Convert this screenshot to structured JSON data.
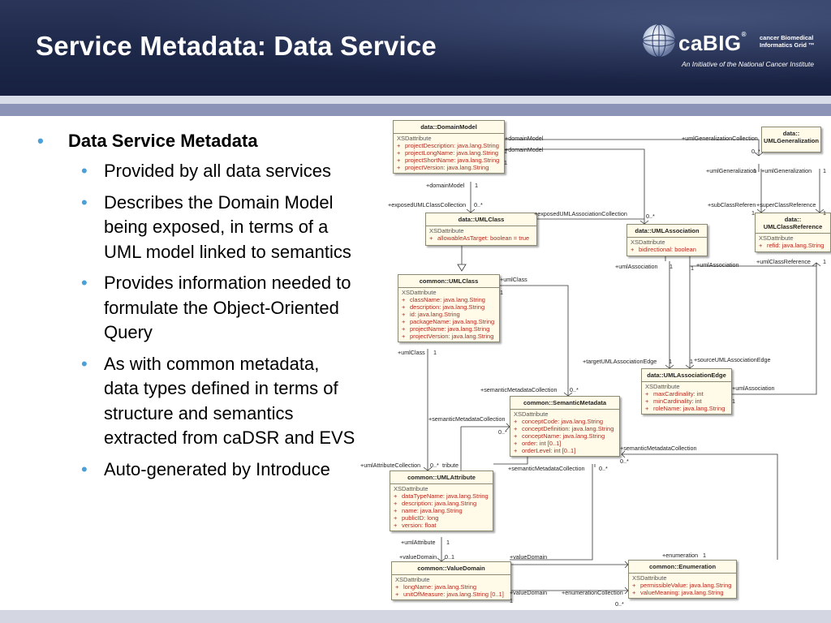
{
  "header": {
    "title": "Service Metadata: Data Service",
    "logo": {
      "word": "caBIG",
      "tm": "®",
      "sub_line1": "cancer Biomedical",
      "sub_line2": "Informatics Grid ™",
      "tagline": "An Initiative of the National Cancer Institute"
    }
  },
  "bullets": {
    "heading": "Data Service Metadata",
    "items": [
      {
        "text": "Provided by all data services"
      },
      {
        "text": "Describes the Domain Model being exposed, in terms of a UML model linked to semantics"
      },
      {
        "text": "Provides information needed to formulate the Object-Oriented Query"
      },
      {
        "text": "As with common metadata, data types defined in terms of structure and semantics extracted from caDSR and EVS"
      },
      {
        "text": "Auto-generated by Introduce"
      }
    ],
    "bullet_char": "•"
  },
  "colors": {
    "header_bg": "#1d2748",
    "bullet": "#4aa0d8",
    "class_fill": "#fffbe8",
    "attribute_text": "#b5291f"
  },
  "diagram": {
    "stereotype": "XSDattribute",
    "plus": "+",
    "classes": {
      "domainModel": {
        "name": "data::DomainModel",
        "attrs": [
          "projectDescription:  java.lang.String",
          "projectLongName:  java.lang.String",
          "projectShortName:  java.lang.String",
          "projectVersion:  java.lang.String"
        ]
      },
      "umlGeneralization": {
        "name1": "data::",
        "name2": "UMLGeneralization"
      },
      "umlClass": {
        "name": "data::UMLClass",
        "attrs": [
          "allowableAsTarget:  boolean = true"
        ]
      },
      "umlAssociation": {
        "name": "data::UMLAssociation",
        "attrs": [
          "bidirectional:  boolean"
        ]
      },
      "umlClassReference": {
        "name1": "data::",
        "name2": "UMLClassReference",
        "attrs": [
          "refid:  java.lang.String"
        ]
      },
      "commonUmlClass": {
        "name": "common::UMLClass",
        "attrs": [
          "className:  java.lang.String",
          "description:  java.lang.String",
          "id:  java.lang.String",
          "packageName:  java.lang.String",
          "projectName:  java.lang.String",
          "projectVersion:  java.lang.String"
        ]
      },
      "umlAssociationEdge": {
        "name": "data::UMLAssociationEdge",
        "attrs": [
          "maxCardinality:  int",
          "minCardinality:  int",
          "roleName:  java.lang.String"
        ]
      },
      "semanticMetadata": {
        "name": "common::SemanticMetadata",
        "attrs": [
          "conceptCode:  java.lang.String",
          "conceptDefinition:  java.lang.String",
          "conceptName:  java.lang.String",
          "order:  int [0..1]",
          "orderLevel:  int [0..1]"
        ]
      },
      "umlAttribute": {
        "name": "common::UMLAttribute",
        "attrs": [
          "dataTypeName:  java.lang.String",
          "description:  java.lang.String",
          "name:  java.lang.String",
          "publicID:  long",
          "version:  float"
        ]
      },
      "valueDomain": {
        "name": "common::ValueDomain",
        "attrs": [
          "longName:  java.lang.String",
          "unitOfMeasure:  java.lang.String [0..1]"
        ]
      },
      "enumeration": {
        "name": "common::Enumeration",
        "attrs": [
          "permissibleValue:  java.lang.String",
          "valueMeaning:  java.lang.String"
        ]
      }
    },
    "labels": {
      "domainModel1": "+domainModel",
      "domainModel2": "+domainModel",
      "umlGenColl": "+umlGeneralizationCollection",
      "one_a": "1",
      "zeroMany_a": "0..*",
      "one_b": "1",
      "one_c": "1",
      "umlGen1": "+umlGeneralization",
      "umlGen2": "+umlGeneralization",
      "one_d": "1",
      "domainModel3": "+domainModel",
      "one_e": "1",
      "exposedClassColl": "+exposedUMLClassCollection",
      "zeroMany_b": "0..*",
      "exposedAssocColl": "+exposedUMLAssociationCollection",
      "zeroMany_c": "0..*",
      "subClassRef": "+subClassReferen",
      "superClassRef": "+superClassReference",
      "one_f": "1",
      "one_g": "1",
      "umlClass1": "+umlClass",
      "one_h": "1",
      "umlAssoc1": "+umlAssociation",
      "one_i": "1",
      "umlAssoc2": "+umlAssociation",
      "one_j": "1",
      "umlClassRef": "+umlClassReference",
      "one_k": "1",
      "umlClass2": "+umlClass",
      "one_l": "1",
      "targetEdge": "+targetUMLAssociationEdge",
      "one_m": "1",
      "sourceEdge": "+sourceUMLAssociationEdge",
      "one_n": "1",
      "umlAssoc3": "+umlAssociation",
      "one_o": "1",
      "semMetaColl1": "+semanticMetadataCollection",
      "zeroMany_d": "0..*",
      "semMetaColl2": "+semanticMetadataCollection",
      "zeroMany_e": "0..*",
      "semMetaColl3": "+semanticMetadataCollection",
      "zeroMany_f": "0..*",
      "umlAttrColl": "+umlAttributeCollection",
      "zeroMany_g": "0..*",
      "tribute": "tribute",
      "semMetaColl4": "+semanticMetadataCollection",
      "zeroMany_h": "0..*",
      "umlAttribute1": "+umlAttribute",
      "one_p": "1",
      "valueDomain1": "+valueDomain",
      "zeroOne": "0..1",
      "valueDomain2": "+valueDomain",
      "enumeration1": "+enumeration",
      "one_q": "1",
      "valueDomain3": "+valueDomain",
      "one_r": "1",
      "enumColl": "+enumerationCollection",
      "zeroMany_i": "0..*"
    }
  }
}
